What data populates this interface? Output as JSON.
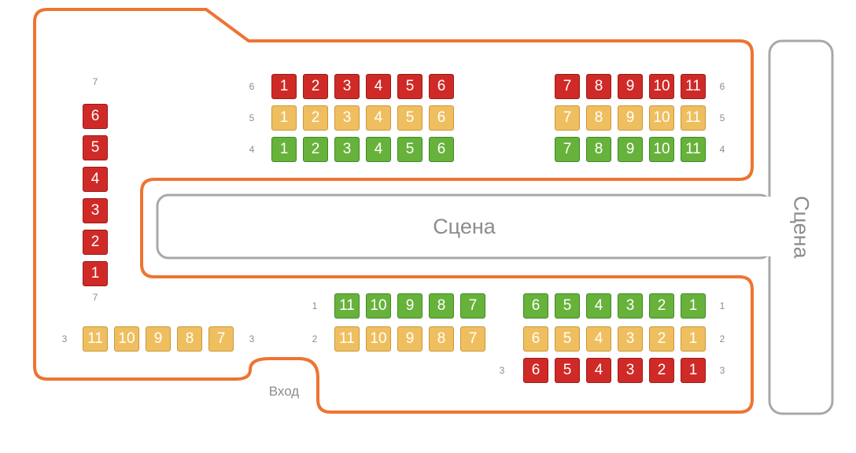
{
  "labels": {
    "stage_main": "Сцена",
    "stage_side": "Сцена",
    "entrance": "Вход"
  },
  "colors": {
    "outline": "#ee7432",
    "stage_border": "#a8a8a8",
    "seat_red": "#cf2a27",
    "seat_yellow": "#efbf5f",
    "seat_green": "#67b23b",
    "label_text": "#8c8c8c"
  },
  "top_section": {
    "rows": [
      {
        "row": "6",
        "color": "red",
        "left": [
          "1",
          "2",
          "3",
          "4",
          "5",
          "6"
        ],
        "right": [
          "7",
          "8",
          "9",
          "10",
          "11"
        ]
      },
      {
        "row": "5",
        "color": "yellow",
        "left": [
          "1",
          "2",
          "3",
          "4",
          "5",
          "6"
        ],
        "right": [
          "7",
          "8",
          "9",
          "10",
          "11"
        ]
      },
      {
        "row": "4",
        "color": "green",
        "left": [
          "1",
          "2",
          "3",
          "4",
          "5",
          "6"
        ],
        "right": [
          "7",
          "8",
          "9",
          "10",
          "11"
        ]
      }
    ]
  },
  "left_column": {
    "row": "7",
    "color": "red",
    "seats": [
      "6",
      "5",
      "4",
      "3",
      "2",
      "1"
    ]
  },
  "left_row3": {
    "row": "3",
    "color": "yellow",
    "seats": [
      "11",
      "10",
      "9",
      "8",
      "7"
    ]
  },
  "bottom_section": {
    "left_rows": [
      {
        "row": "1",
        "color": "green",
        "seats": [
          "11",
          "10",
          "9",
          "8",
          "7"
        ]
      },
      {
        "row": "2",
        "color": "yellow",
        "seats": [
          "11",
          "10",
          "9",
          "8",
          "7"
        ]
      }
    ],
    "right_rows": [
      {
        "row": "1",
        "color": "green",
        "seats": [
          "6",
          "5",
          "4",
          "3",
          "2",
          "1"
        ]
      },
      {
        "row": "2",
        "color": "yellow",
        "seats": [
          "6",
          "5",
          "4",
          "3",
          "2",
          "1"
        ]
      },
      {
        "row": "3",
        "color": "red",
        "seats": [
          "6",
          "5",
          "4",
          "3",
          "2",
          "1"
        ]
      }
    ]
  }
}
